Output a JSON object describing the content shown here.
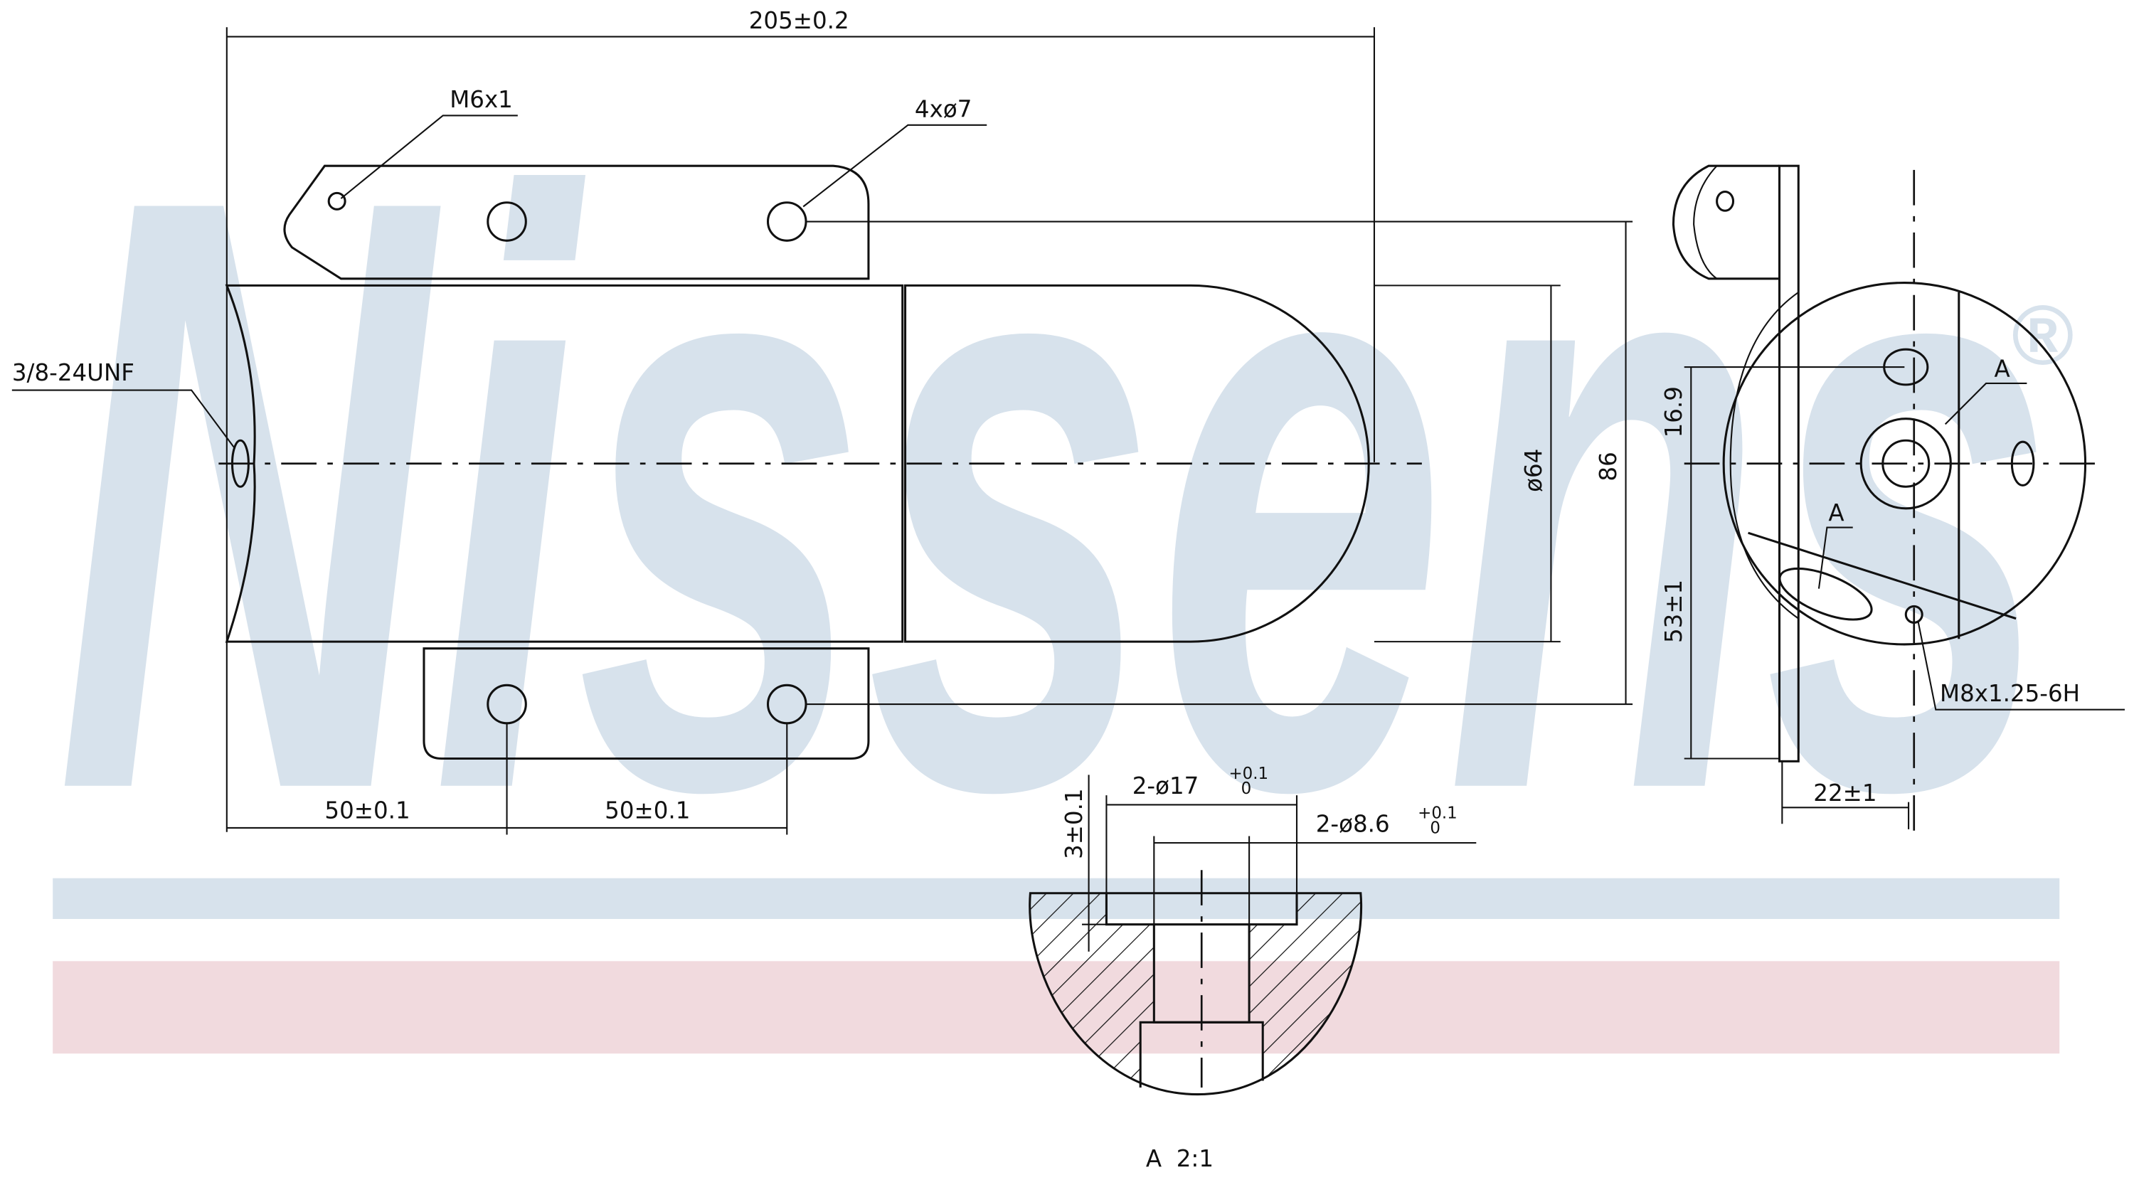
{
  "watermark": {
    "brand": "Nissens",
    "registered_mark": "®"
  },
  "colors": {
    "watermark": "#d7e2ec",
    "band_blue": "#d7e2ec",
    "band_pink": "#f1dade",
    "line": "#111111"
  },
  "front_view": {
    "overall_length": "205±0.2",
    "thread_callout": "M6x1",
    "holes_callout": "4xø7",
    "port_thread": "3/8-24UNF",
    "diameter": "ø64",
    "bracket_height": "86",
    "hole_spacing_1": "50±0.1",
    "hole_spacing_2": "50±0.1"
  },
  "side_view": {
    "offset_upper": "16.9",
    "offset_lower": "53±1",
    "depth": "22±1",
    "thread": "M8x1.25-6H",
    "detail_ref_1": "A",
    "detail_ref_2": "A"
  },
  "detail_a": {
    "counterbore_dia": "2-ø17",
    "counterbore_tol_upper": "+0.1",
    "counterbore_tol_lower": "0",
    "hole_dia": "2-ø8.6",
    "hole_tol_upper": "+0.1",
    "hole_tol_lower": "0",
    "counterbore_depth": "3±0.1",
    "caption": "A  2:1"
  }
}
